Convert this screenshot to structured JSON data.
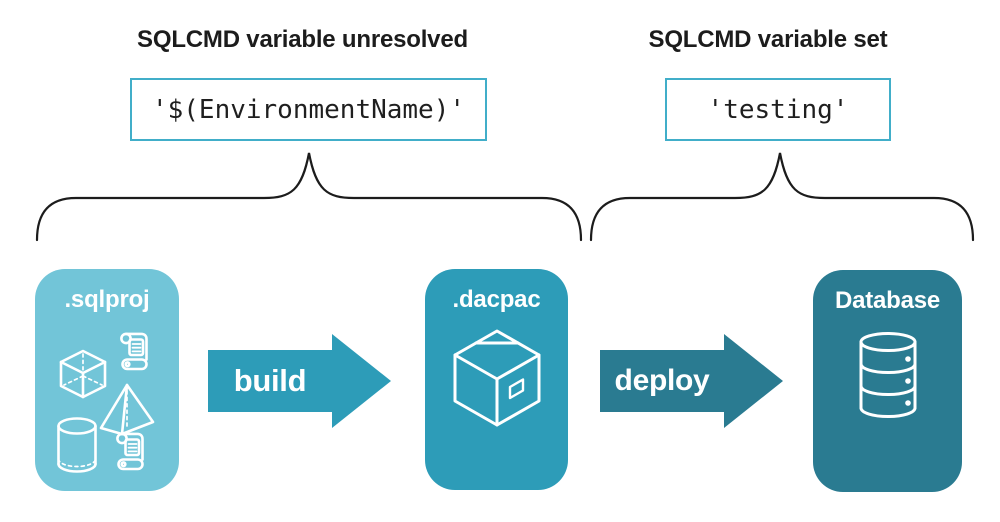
{
  "title_row": {
    "left_heading": "SQLCMD variable unresolved",
    "right_heading": "SQLCMD variable set"
  },
  "code_boxes": {
    "unresolved_value": "'$(EnvironmentName)'",
    "resolved_value": "'testing'"
  },
  "pipeline": {
    "nodes": [
      {
        "label": ".sqlproj",
        "icon": "sql-project-objects-icon"
      },
      {
        "label": ".dacpac",
        "icon": "package-box-icon"
      },
      {
        "label": "Database",
        "icon": "database-cylinder-icon"
      }
    ],
    "arrows": [
      {
        "label": "build"
      },
      {
        "label": "deploy"
      }
    ]
  },
  "colors": {
    "background": "#ffffff",
    "text_dark": "#1c1c1c",
    "node_text": "#ffffff",
    "sqlproj_node": "#72c5d8",
    "dacpac_node": "#2d9cb8",
    "database_node": "#2a7b91",
    "build_arrow": "#2d9cb8",
    "deploy_arrow": "#2a7b91",
    "code_box_border": "#41aec9"
  }
}
